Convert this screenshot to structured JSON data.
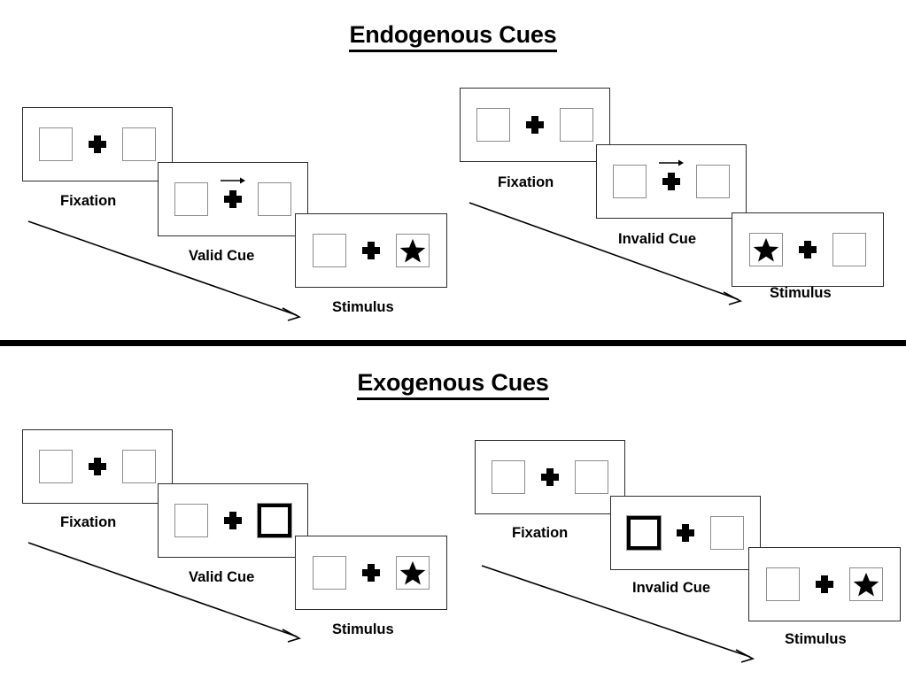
{
  "sections": [
    {
      "id": "endogenous",
      "title": "Endogenous Cues",
      "groups": [
        {
          "id": "endogenous-valid",
          "cue_type": "arrow",
          "panels": [
            {
              "caption": "Fixation",
              "cue": "none",
              "target": "none",
              "left_box": "empty",
              "right_box": "empty"
            },
            {
              "caption": "Valid Cue",
              "cue": "arrow-right",
              "target": "none",
              "left_box": "empty",
              "right_box": "empty"
            },
            {
              "caption": "Stimulus",
              "cue": "none",
              "target": "right",
              "left_box": "empty",
              "right_box": "star"
            }
          ]
        },
        {
          "id": "endogenous-invalid",
          "cue_type": "arrow",
          "panels": [
            {
              "caption": "Fixation",
              "cue": "none",
              "target": "none",
              "left_box": "empty",
              "right_box": "empty"
            },
            {
              "caption": "Invalid Cue",
              "cue": "arrow-right",
              "target": "none",
              "left_box": "empty",
              "right_box": "empty"
            },
            {
              "caption": "Stimulus",
              "cue": "none",
              "target": "left",
              "left_box": "star",
              "right_box": "empty"
            }
          ]
        }
      ]
    },
    {
      "id": "exogenous",
      "title": "Exogenous Cues",
      "groups": [
        {
          "id": "exogenous-valid",
          "cue_type": "box-highlight",
          "panels": [
            {
              "caption": "Fixation",
              "cue": "none",
              "target": "none",
              "left_box": "empty",
              "right_box": "empty"
            },
            {
              "caption": "Valid Cue",
              "cue": "box-right-bold",
              "target": "none",
              "left_box": "empty",
              "right_box": "cued"
            },
            {
              "caption": "Stimulus",
              "cue": "none",
              "target": "right",
              "left_box": "empty",
              "right_box": "star"
            }
          ]
        },
        {
          "id": "exogenous-invalid",
          "cue_type": "box-highlight",
          "panels": [
            {
              "caption": "Fixation",
              "cue": "none",
              "target": "none",
              "left_box": "empty",
              "right_box": "empty"
            },
            {
              "caption": "Invalid Cue",
              "cue": "box-left-bold",
              "target": "none",
              "left_box": "cued",
              "right_box": "empty"
            },
            {
              "caption": "Stimulus",
              "cue": "none",
              "target": "right",
              "left_box": "empty",
              "right_box": "star"
            }
          ]
        }
      ]
    }
  ],
  "icons": {
    "fixation_cross": "plus-icon",
    "target_star": "star-icon",
    "directional_cue": "arrow-right-icon",
    "flow": "diagonal-arrow-icon"
  },
  "colors": {
    "ink": "#000000",
    "panel_border": "#2b2b2b",
    "box_border": "#8d8d8d",
    "cued_box_border": "#000000",
    "background": "#ffffff"
  }
}
